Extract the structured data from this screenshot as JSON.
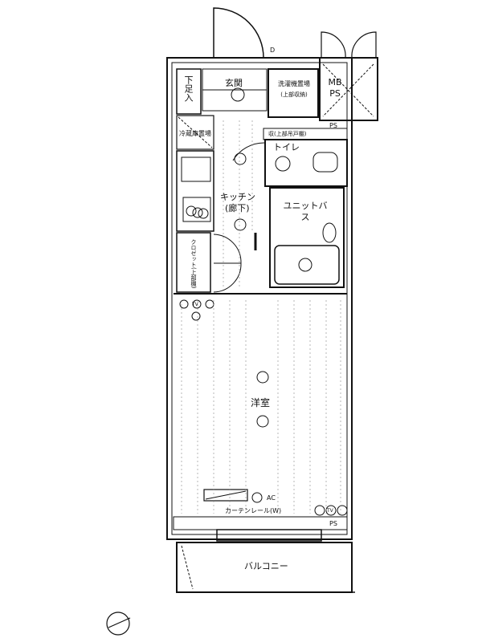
{
  "plan": {
    "door_mark": "D",
    "geta_box": "下足入",
    "entrance": "玄関",
    "washer_area": "洗濯機置場",
    "washer_storage": "(上部収納)",
    "mb_ps": "MB PS",
    "ps_top": "PS",
    "fridge_area": "冷蔵庫置場",
    "upper_cabinet": "収(上部吊戸棚)",
    "toilet": "トイレ",
    "kitchen": "キッチン",
    "corridor": "(廊下)",
    "unit_bath": "ユニットバス",
    "closet": "クロゼット(上部棚)",
    "tv": "TV",
    "western_room": "洋室",
    "ac": "AC",
    "curtain_rail": "カーテンレール(W)",
    "tv_bottom": "TV",
    "ps_bottom": "PS",
    "balcony": "バルコニー"
  }
}
